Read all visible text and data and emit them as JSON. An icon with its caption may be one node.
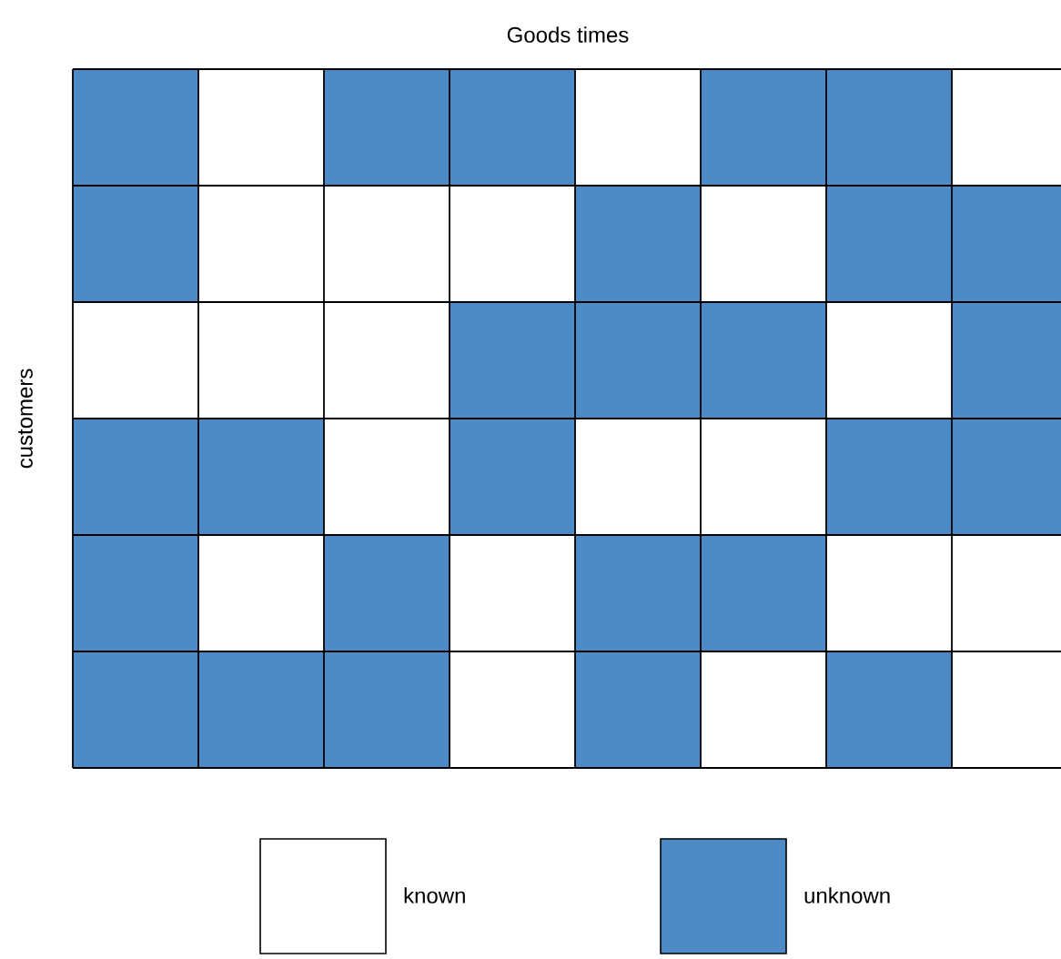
{
  "diagram": {
    "labels": [
      "Goods times",
      "customers"
    ],
    "legend": [
      {
        "text": "known"
      },
      {
        "text": "unknown",
        "color": "#4d8ac6"
      }
    ]
  }
}
